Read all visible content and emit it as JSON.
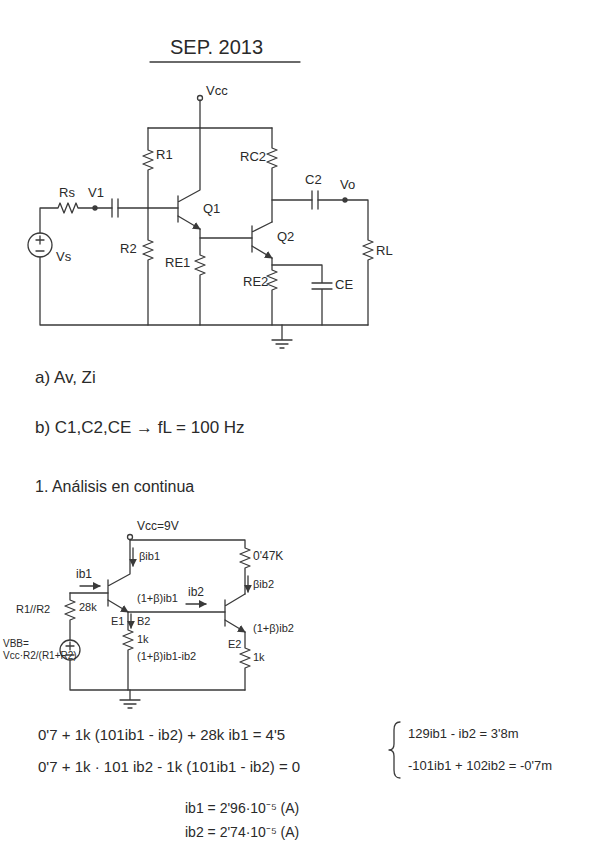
{
  "diagram": {
    "title": "SEP. 2013",
    "labels": [
      "Vcc",
      "R1",
      "Rs",
      "V1",
      "Vs",
      "R2",
      "Q1",
      "RE1",
      "RC2",
      "Q2",
      "C2",
      "Vo",
      "RL",
      "RE2",
      "CE",
      "a) Av, Zi",
      "b) C1,C2,CE → fL = 100 Hz",
      "1. Análisis en continua",
      "Vcc=9V",
      "ib1",
      "βib1",
      "0'47K",
      "ib2",
      "βib2",
      "R1//R2",
      "28k",
      "(1+β)ib1",
      "E1",
      "B2",
      "E2",
      "(1+β)ib2",
      "1k",
      "1k",
      "VBB= Vcc·R2/(R1+R2)",
      "(1+β)ib1-ib2",
      "0'7 + 1k (101ib1 - ib2) + 28k ib1 = 4'5",
      "0'7 + 1k · 101 ib2 - 1k (101ib1 - ib2) = 0",
      "129ib1 - ib2 = 3'8m",
      "-101ib1 + 102ib2 = -0'7m",
      "ib1 = 2'96·10⁻⁵ (A)",
      "ib2 = 2'74·10⁻⁵ (A)"
    ]
  }
}
